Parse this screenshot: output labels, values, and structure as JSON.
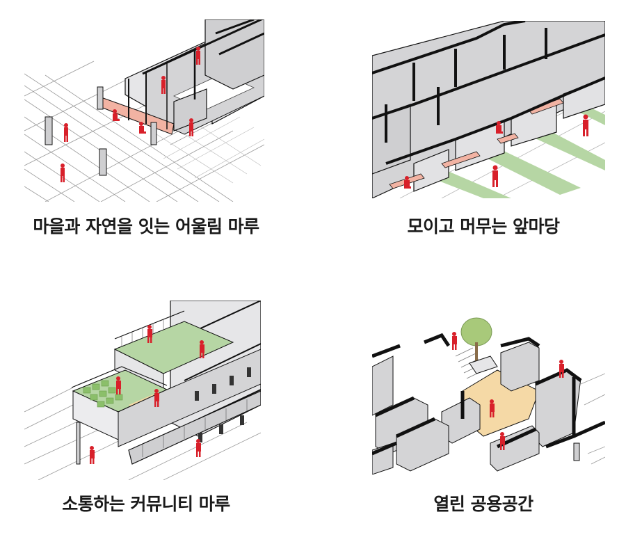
{
  "panels": [
    {
      "caption": "마을과 자연을 잇는 어울림 마루"
    },
    {
      "caption": "모이고 머무는 앞마당"
    },
    {
      "caption": "소통하는 커뮤니티 마루"
    },
    {
      "caption": "열린 공용공간"
    }
  ],
  "colors": {
    "figure": "#d8202a",
    "wall": "#cfcfd1",
    "wall_dark": "#b9b9bc",
    "line": "#111111",
    "deck_pink": "#f2b3a3",
    "green_roof": "#b6d6a4",
    "court_sand": "#f5d9a6",
    "tree": "#a8c97a"
  }
}
